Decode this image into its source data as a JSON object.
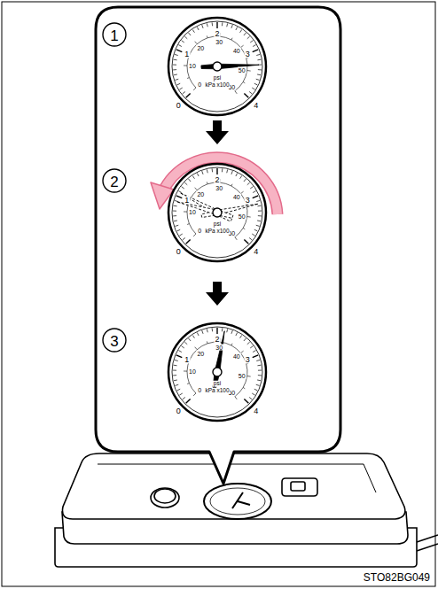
{
  "diagram": {
    "labels": [
      "1",
      "0",
      "1",
      "2",
      "3",
      "4",
      "0",
      "10",
      "20",
      "30",
      "40",
      "50",
      "60",
      "psi",
      "kPa x100",
      "2",
      "0",
      "1",
      "2",
      "3",
      "4",
      "0",
      "10",
      "20",
      "30",
      "40",
      "50",
      "60",
      "psi",
      "kPa x100",
      "3",
      "0",
      "1",
      "2",
      "3",
      "4",
      "0",
      "10",
      "20",
      "30",
      "40",
      "50",
      "60",
      "psi",
      "kPa x100",
      "STO82BG049"
    ]
  }
}
